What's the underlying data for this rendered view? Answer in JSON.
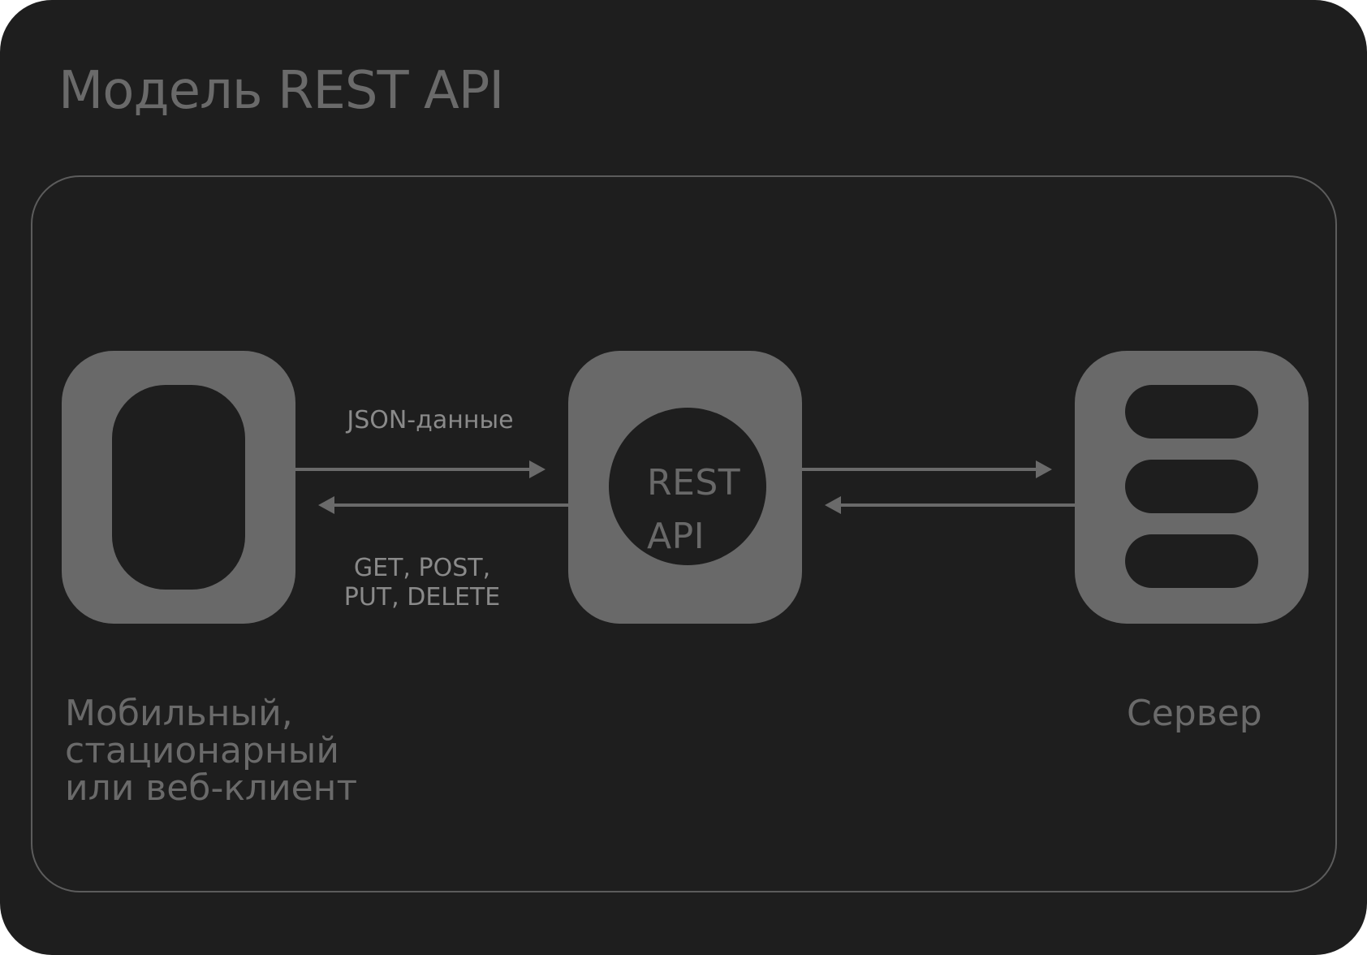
{
  "diagram": {
    "title": "Модель REST API",
    "nodes": {
      "client": {
        "caption": "Мобильный,\nстационарный\nили веб-клиент"
      },
      "api": {
        "label": "REST\nAPI"
      },
      "server": {
        "caption": "Сервер"
      }
    },
    "edges": {
      "request_label": "JSON-данные",
      "methods_label": "GET, POST,\nPUT, DELETE"
    },
    "colors": {
      "background": "#1e1e1e",
      "node_fill": "#696969",
      "line": "#6a6a6a",
      "text": "#6a6a6a"
    }
  }
}
